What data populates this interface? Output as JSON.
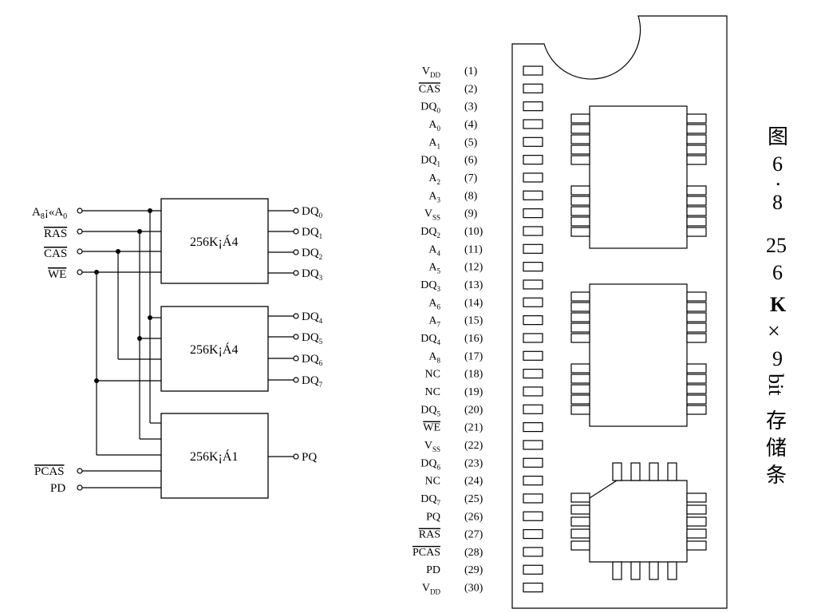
{
  "block_diagram": {
    "chips": [
      {
        "id": "chip1",
        "label": "256K¡Á4"
      },
      {
        "id": "chip2",
        "label": "256K¡Á4"
      },
      {
        "id": "chip3",
        "label": "256K¡Á1"
      }
    ],
    "inputs": {
      "address": {
        "base": "A",
        "sub1": "8",
        "mid": "¡«A",
        "sub2": "0"
      },
      "ras": "RAS",
      "cas": "CAS",
      "we": "WE",
      "pcas": "PCAS",
      "pd": "PD"
    },
    "outputs": [
      {
        "base": "DQ",
        "sub": "0"
      },
      {
        "base": "DQ",
        "sub": "1"
      },
      {
        "base": "DQ",
        "sub": "2"
      },
      {
        "base": "DQ",
        "sub": "3"
      },
      {
        "base": "DQ",
        "sub": "4"
      },
      {
        "base": "DQ",
        "sub": "5"
      },
      {
        "base": "DQ",
        "sub": "6"
      },
      {
        "base": "DQ",
        "sub": "7"
      }
    ],
    "parity_output": "PQ"
  },
  "pinout": {
    "pins": [
      {
        "base": "V",
        "sub": "DD",
        "overline": false,
        "num": "(1)"
      },
      {
        "base": "CAS",
        "sub": "",
        "overline": true,
        "num": "(2)"
      },
      {
        "base": "DQ",
        "sub": "0",
        "overline": false,
        "num": "(3)"
      },
      {
        "base": "A",
        "sub": "0",
        "overline": false,
        "num": "(4)"
      },
      {
        "base": "A",
        "sub": "1",
        "overline": false,
        "num": "(5)"
      },
      {
        "base": "DQ",
        "sub": "1",
        "overline": false,
        "num": "(6)"
      },
      {
        "base": "A",
        "sub": "2",
        "overline": false,
        "num": "(7)"
      },
      {
        "base": "A",
        "sub": "3",
        "overline": false,
        "num": "(8)"
      },
      {
        "base": "V",
        "sub": "SS",
        "overline": false,
        "num": "(9)"
      },
      {
        "base": "DQ",
        "sub": "2",
        "overline": false,
        "num": "(10)"
      },
      {
        "base": "A",
        "sub": "4",
        "overline": false,
        "num": "(11)"
      },
      {
        "base": "A",
        "sub": "5",
        "overline": false,
        "num": "(12)"
      },
      {
        "base": "DQ",
        "sub": "3",
        "overline": false,
        "num": "(13)"
      },
      {
        "base": "A",
        "sub": "6",
        "overline": false,
        "num": "(14)"
      },
      {
        "base": "A",
        "sub": "7",
        "overline": false,
        "num": "(15)"
      },
      {
        "base": "DQ",
        "sub": "4",
        "overline": false,
        "num": "(16)"
      },
      {
        "base": "A",
        "sub": "8",
        "overline": false,
        "num": "(17)"
      },
      {
        "base": "NC",
        "sub": "",
        "overline": false,
        "num": "(18)"
      },
      {
        "base": "NC",
        "sub": "",
        "overline": false,
        "num": "(19)"
      },
      {
        "base": "DQ",
        "sub": "5",
        "overline": false,
        "num": "(20)"
      },
      {
        "base": "WE",
        "sub": "",
        "overline": true,
        "num": "(21)"
      },
      {
        "base": "V",
        "sub": "SS",
        "overline": false,
        "num": "(22)"
      },
      {
        "base": "DQ",
        "sub": "6",
        "overline": false,
        "num": "(23)"
      },
      {
        "base": "NC",
        "sub": "",
        "overline": false,
        "num": "(24)"
      },
      {
        "base": "DQ",
        "sub": "7",
        "overline": false,
        "num": "(25)"
      },
      {
        "base": "PQ",
        "sub": "",
        "overline": false,
        "num": "(26)"
      },
      {
        "base": "RAS",
        "sub": "",
        "overline": true,
        "num": "(27)"
      },
      {
        "base": "PCAS",
        "sub": "",
        "overline": true,
        "num": "(28)"
      },
      {
        "base": "PD",
        "sub": "",
        "overline": false,
        "num": "(29)"
      },
      {
        "base": "V",
        "sub": "DD",
        "overline": false,
        "num": "(30)"
      }
    ]
  },
  "caption": {
    "fig": "图",
    "num_a": "6",
    "dot": ".",
    "num_b": "8",
    "sz_a": "25",
    "sz_b": "6",
    "k": "K",
    "times": "×",
    "nine": "9",
    "bit": "bit",
    "c1": "存",
    "c2": "储",
    "c3": "条"
  }
}
